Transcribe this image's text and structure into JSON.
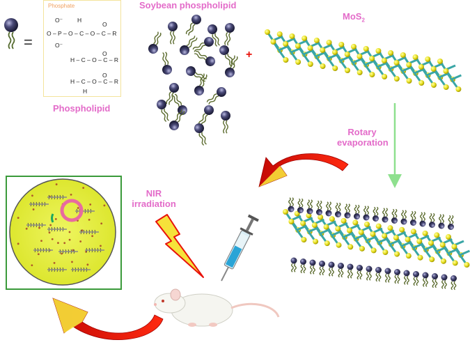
{
  "labels": {
    "soybean": "Soybean phospholipid",
    "mos2_base": "MoS",
    "mos2_sub": "2",
    "phospholipid": "Phospholipid",
    "rotary_line1": "Rotary",
    "rotary_line2": "evaporation",
    "nir_line1": "NIR",
    "nir_line2": "irradiation",
    "plus": "+",
    "equals": "="
  },
  "legend": {
    "phosphate": "Phosphate",
    "o_minus_top": "O⁻",
    "row_p": "O – P – O – C – O – C – R",
    "o_minus_bottom": "O⁻",
    "row_mid": "H – C – O – C – R",
    "row_bottom": "H – C – O – C – R",
    "h_top": "H",
    "h_bottom": "H",
    "o_dbl1": "O",
    "o_dbl2": "O",
    "o_dbl3": "O"
  },
  "colors": {
    "label_pink": "#e36bc9",
    "arrow_red": "#e8120a",
    "arrow_yellow": "#f6e23a",
    "green_arrow": "#8ee08e",
    "lipid_head": "#4a4a78",
    "mo_atom": "#3aa6a6",
    "s_atom": "#e8e020",
    "tissue": "#e6f03c",
    "frame_green": "#3a9a3a"
  },
  "icons": [
    "lipid-icon",
    "syringe-icon",
    "mouse-icon",
    "lightning-icon",
    "curved-arrow-icon"
  ]
}
